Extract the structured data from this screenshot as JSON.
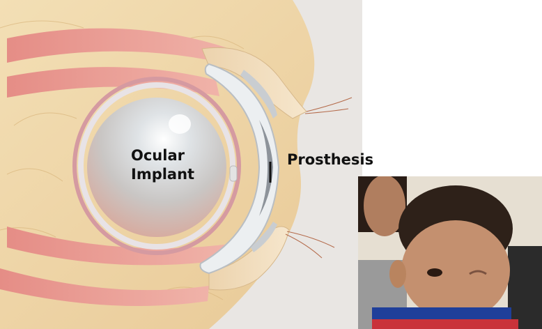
{
  "labels": {
    "implant_line1": "Ocular",
    "implant_line2": "Implant",
    "prosthesis": "Prosthesis"
  },
  "colors": {
    "fat": "#efd6a6",
    "muscle": "#e59a94",
    "implant": "#cfd3d6",
    "prosthesis": "#e9ecef",
    "background": "#ffffff"
  }
}
